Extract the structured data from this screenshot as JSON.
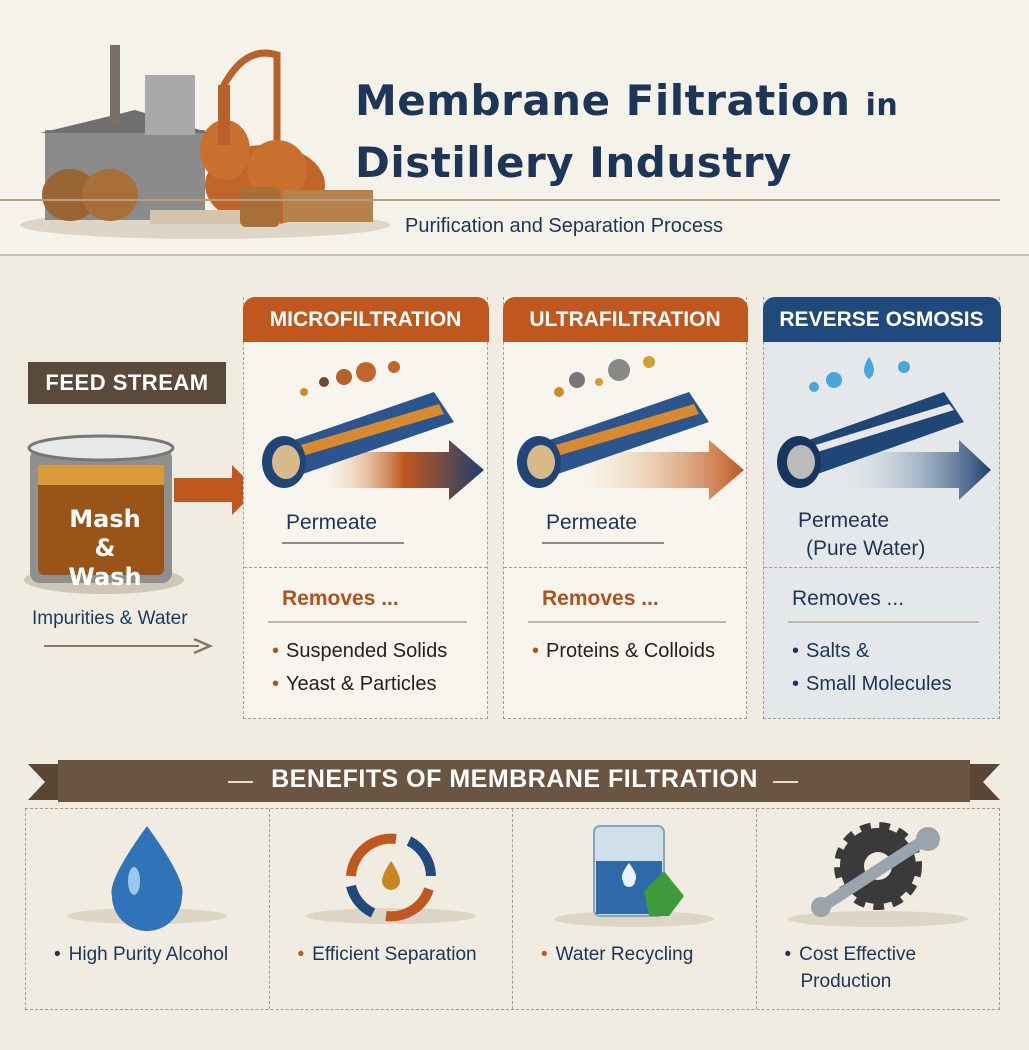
{
  "header": {
    "title_line1": "Membrane Filtration",
    "title_in": "in",
    "title_line2": "Distillery Industry",
    "subtitle": "Purification and Separation Process"
  },
  "feed": {
    "label": "FEED STREAM",
    "vessel_label_1": "Mash &",
    "vessel_label_2": "Wash",
    "caption": "Impurities & Water"
  },
  "stages": [
    {
      "title": "MICROFILTRATION",
      "permeate": "Permeate",
      "removes": "Removes ...",
      "items": [
        "Suspended Solids",
        "Yeast & Particles"
      ],
      "color": "#c0571f"
    },
    {
      "title": "ULTRAFILTRATION",
      "permeate": "Permeate",
      "removes": "Removes ...",
      "items": [
        "Proteins & Colloids"
      ],
      "color": "#c0571f"
    },
    {
      "title": "REVERSE OSMOSIS",
      "permeate": "Permeate",
      "permeate_note": "(Pure Water)",
      "removes": "Removes ...",
      "items": [
        "Salts &",
        "Small Molecules"
      ],
      "color": "#214a7c"
    }
  ],
  "benefits": {
    "title": "BENEFITS OF MEMBRANE FILTRATION",
    "items": [
      {
        "label": "High Purity Alcohol",
        "icon": "water-drop-icon"
      },
      {
        "label": "Efficient Separation",
        "icon": "recycle-arrows-icon"
      },
      {
        "label": "Water Recycling",
        "icon": "beaker-recycle-icon"
      },
      {
        "label": "Cost Effective",
        "label2": "Production",
        "icon": "gear-wrench-icon"
      }
    ]
  }
}
